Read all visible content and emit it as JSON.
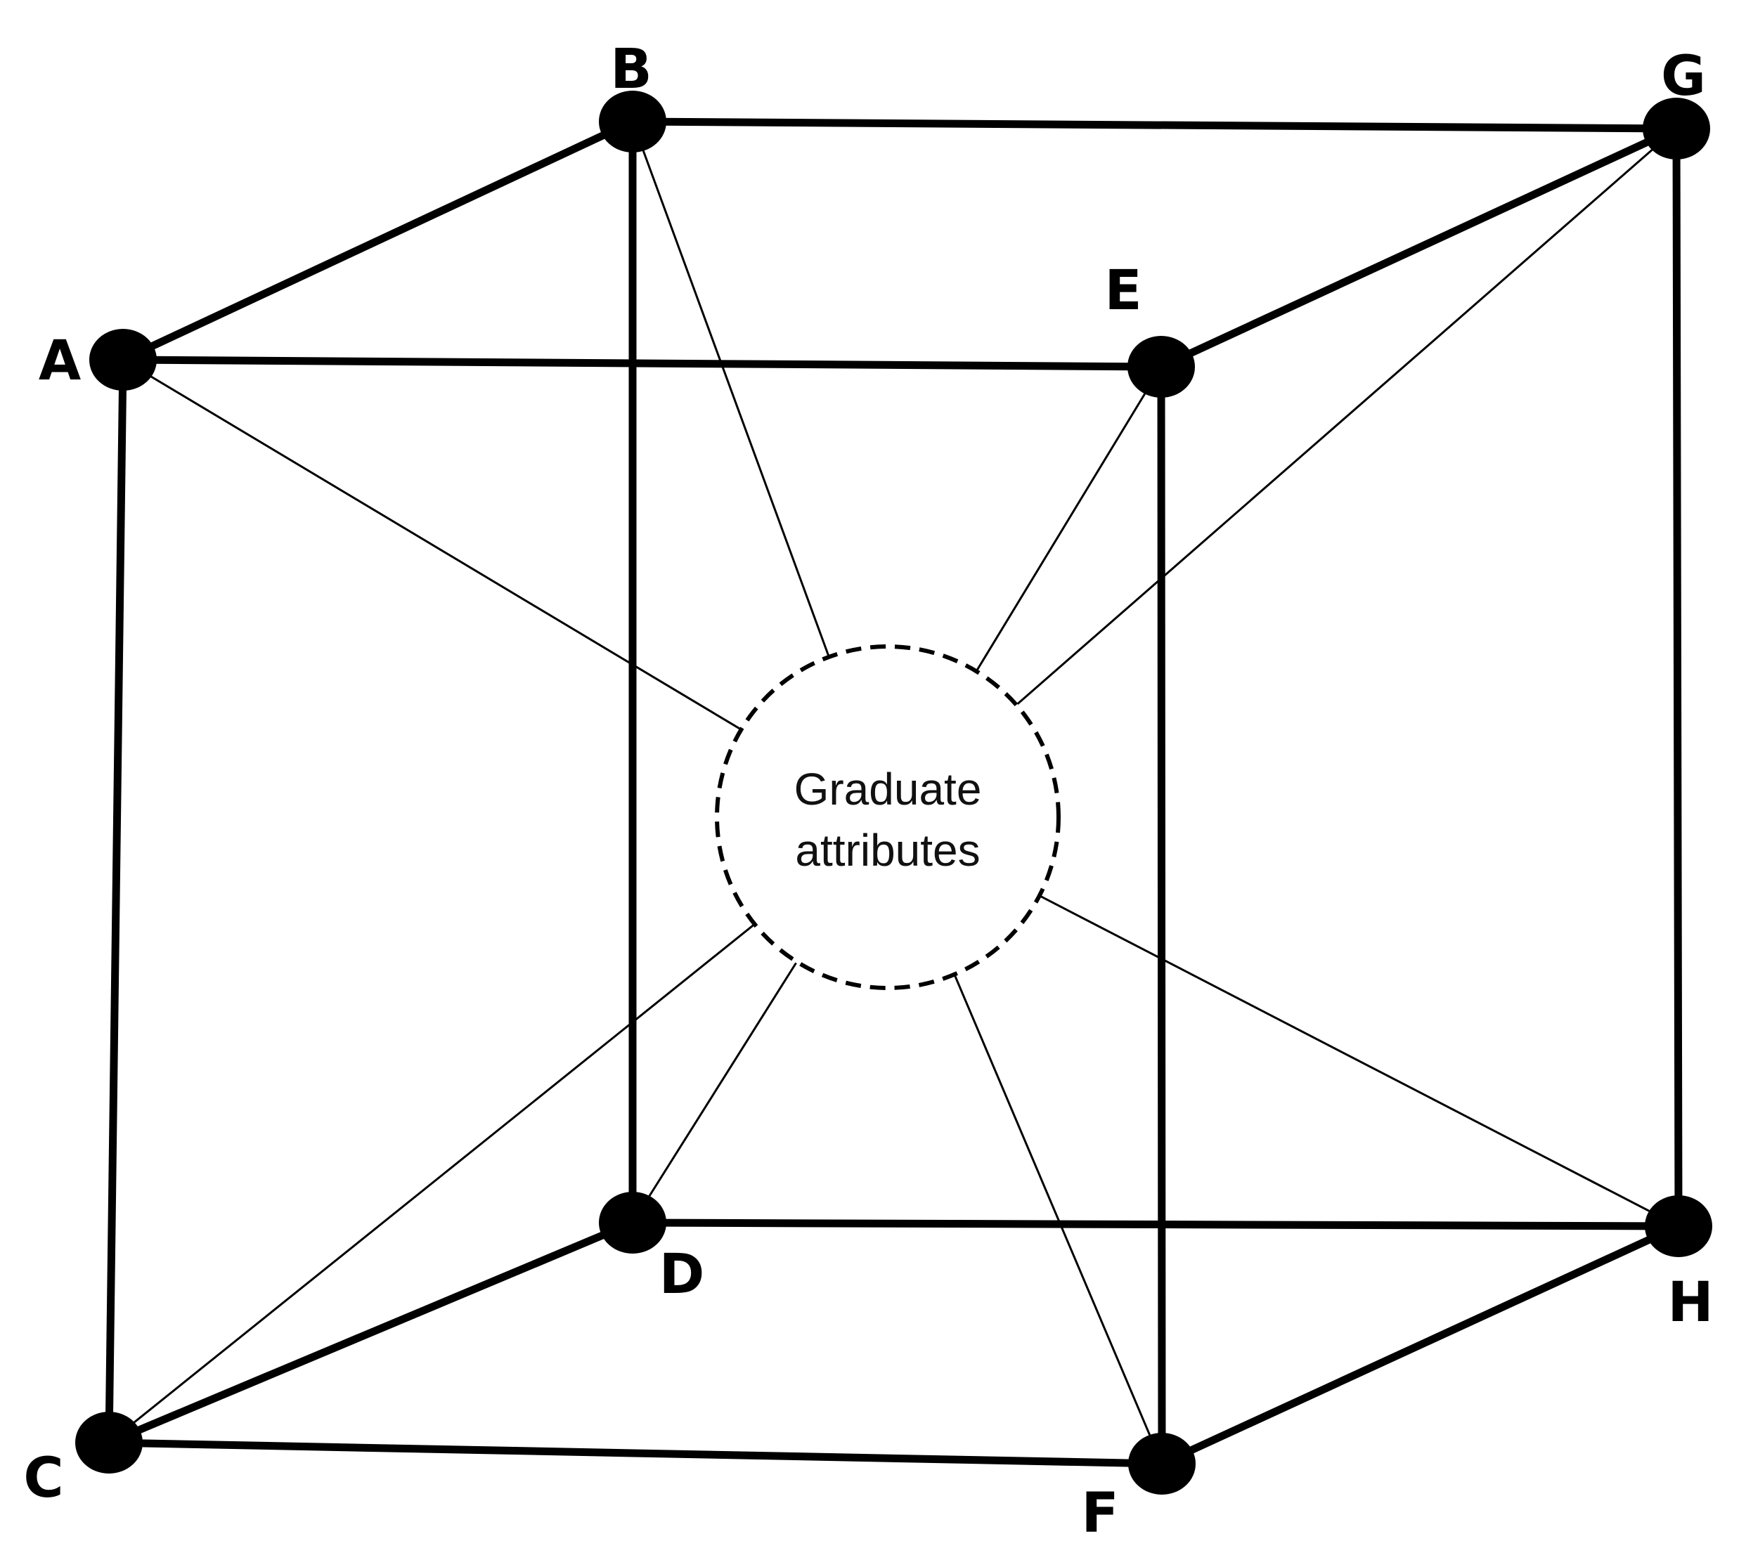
{
  "center": {
    "line1": "Graduate",
    "line2": "attributes"
  },
  "nodes": {
    "A": "A",
    "B": "B",
    "C": "C",
    "D": "D",
    "E": "E",
    "F": "F",
    "G": "G",
    "H": "H"
  },
  "edges": [
    [
      "A",
      "B"
    ],
    [
      "A",
      "E"
    ],
    [
      "A",
      "C"
    ],
    [
      "B",
      "G"
    ],
    [
      "B",
      "D"
    ],
    [
      "E",
      "G"
    ],
    [
      "E",
      "F"
    ],
    [
      "G",
      "H"
    ],
    [
      "C",
      "D"
    ],
    [
      "C",
      "F"
    ],
    [
      "D",
      "H"
    ],
    [
      "F",
      "H"
    ]
  ],
  "spokes": [
    "A",
    "B",
    "E",
    "G",
    "C",
    "D",
    "F",
    "H"
  ],
  "colors": {
    "line": "#000000",
    "background": "#ffffff"
  }
}
